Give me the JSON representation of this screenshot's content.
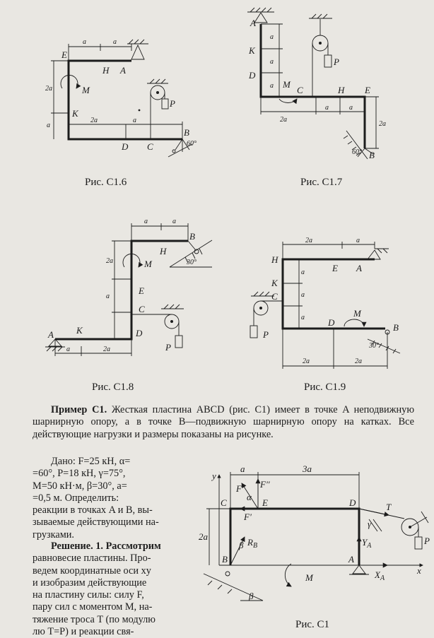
{
  "figures": {
    "c16": {
      "caption": "Рис. С1.6",
      "labels": {
        "E": "E",
        "H": "H",
        "A": "A",
        "K": "K",
        "D": "D",
        "C": "C",
        "B": "B",
        "P": "P",
        "M": "M"
      },
      "dims": {
        "a1": "a",
        "a2": "a",
        "a3": "a",
        "two_a_v": "2a",
        "a_v": "a",
        "two_a_h": "2a"
      },
      "angle": "60°"
    },
    "c17": {
      "caption": "Рис. С1.7",
      "labels": {
        "A": "A",
        "K": "K",
        "D": "D",
        "C": "C",
        "H": "H",
        "E": "E",
        "B": "B",
        "P": "P",
        "M": "M"
      },
      "dims": {
        "a1": "a",
        "a2": "a",
        "a3": "a",
        "two_a_h": "2a",
        "a4": "a",
        "a5": "a",
        "two_a_v": "2a"
      },
      "angle": "60°"
    },
    "c18": {
      "caption": "Рис. С1.8",
      "labels": {
        "H": "H",
        "B": "B",
        "E": "E",
        "C": "C",
        "A": "A",
        "K": "K",
        "D": "D",
        "P": "P",
        "M": "M"
      },
      "dims": {
        "a1": "a",
        "a2": "a",
        "two_a_v": "2a",
        "a_v": "a",
        "a_h": "a",
        "two_a_h": "2a"
      },
      "angle": "30°"
    },
    "c19": {
      "caption": "Рис. С1.9",
      "labels": {
        "H": "H",
        "E": "E",
        "A": "A",
        "K": "K",
        "C": "C",
        "D": "D",
        "B": "B",
        "P": "P",
        "M": "M"
      },
      "dims": {
        "two_a_top": "2a",
        "a_top": "a",
        "a1": "a",
        "a2": "a",
        "a3": "a",
        "two_a_b1": "2a",
        "two_a_b2": "2a"
      },
      "angle": "30°"
    },
    "c1": {
      "caption": "Рис. С1",
      "labels": {
        "y": "y",
        "C": "C",
        "F": "F",
        "F2": "F''",
        "alpha": "α",
        "E": "E",
        "F1": "F'",
        "D": "D",
        "T": "T",
        "gamma": "γ",
        "Y_A": "Y",
        "two_a": "2a",
        "beta": "β",
        "R_B": "R",
        "B": "B",
        "M": "M",
        "A": "A",
        "X_A": "X",
        "x": "x",
        "P": "P",
        "beta2": "β",
        "a": "a",
        "three_a": "3a",
        "sub_A": "A",
        "sub_B": "B"
      }
    }
  },
  "example": {
    "title": "Пример С1.",
    "text": "Жесткая пластина ABCD (рис. С1) имеет в точке A неподвижную шарнирную опору, а в точке B—подвижную шарнирную опору на катках. Все действующие нагрузки и размеры показаны на рисунке."
  },
  "given": {
    "lines": [
      "Дано: F=25 кН, α=",
      "=60°, P=18 кН, γ=75°,",
      "M=50 кН·м, β=30°, a=",
      "=0,5 м. Определить:",
      "реакции в точках A и B, вы-",
      "зываемые действующими на-",
      "грузками."
    ]
  },
  "solution": {
    "lines": [
      "Решение. 1. Рассмотрим",
      "равновесие пластины. Про-",
      "ведем координатные оси xy",
      "и изобразим действующие",
      "на пластину силы: силу F,",
      "пару сил с моментом M, на-",
      "тяжение троса T (по модулю",
      "лю T=P) и реакции свя-"
    ]
  }
}
